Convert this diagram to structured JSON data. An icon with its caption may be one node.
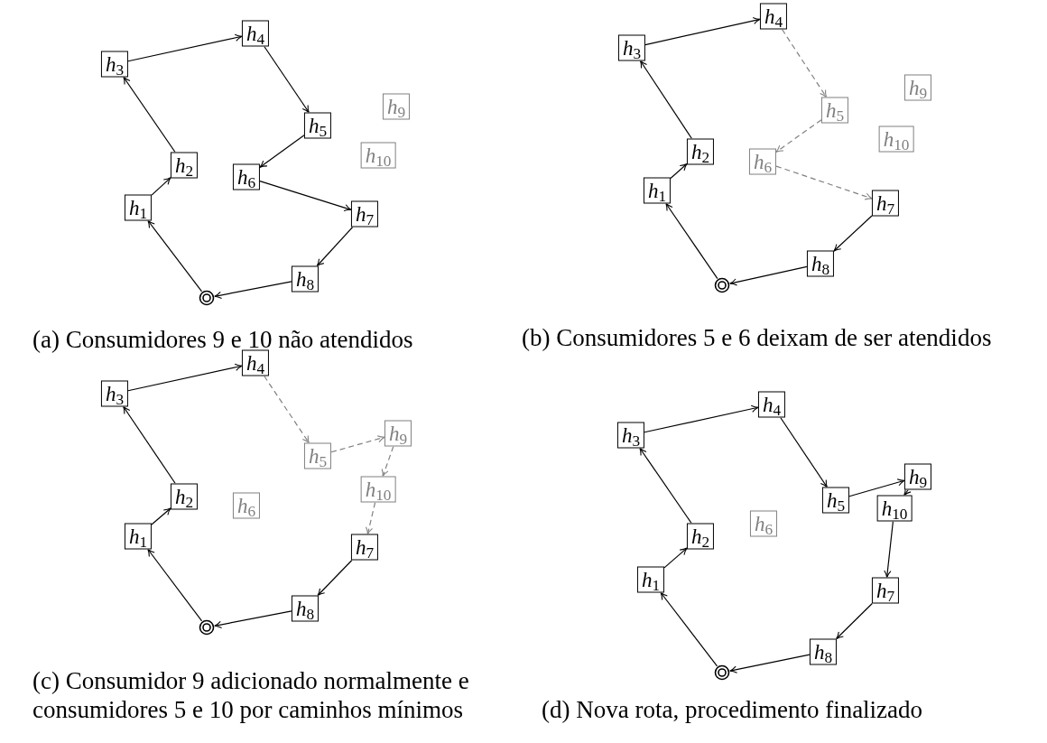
{
  "diagram": {
    "nodes": [
      {
        "text": [
          "*h*$_{1}$"
        ]
      },
      {
        "text": [
          "*h*$_{2}$"
        ]
      },
      {
        "text": [
          "*h*$_{3}$"
        ]
      },
      {
        "text": [
          "*h*$_{4}$"
        ]
      },
      {
        "text": [
          "*h*$_{5}$"
        ]
      },
      {
        "text": [
          "*h*$_{6}$"
        ]
      },
      {
        "text": [
          "*h*$_{7}$"
        ]
      },
      {
        "text": [
          "*h*$_{8}$"
        ]
      },
      {
        "text": [
          "*h*$_{9}$"
        ]
      },
      {
        "text": [
          "*h*$_{10}$"
        ]
      },
      {
        "text": [],
        "shape": "circle"
      },
      {
        "text": [
          "*h*$_{1}$"
        ]
      },
      {
        "text": [
          "*h*$_{2}$"
        ]
      },
      {
        "text": [
          "*h*$_{3}$"
        ]
      },
      {
        "text": [
          "*h*$_{4}$"
        ]
      },
      {
        "text": [
          "*h*$_{5}$"
        ]
      },
      {
        "text": [
          "*h*$_{6}$"
        ]
      },
      {
        "text": [
          "*h*$_{7}$"
        ]
      },
      {
        "text": [
          "*h*$_{8}$"
        ]
      },
      {
        "text": [
          "*h*$_{9}$"
        ]
      },
      {
        "text": [
          "*h*$_{10}$"
        ]
      },
      {
        "text": [],
        "shape": "circle"
      },
      {
        "text": [
          "*h*$_{1}$"
        ]
      },
      {
        "text": [
          "*h*$_{2}$"
        ]
      },
      {
        "text": [
          "*h*$_{3}$"
        ]
      },
      {
        "text": [
          "*h*$_{4}$"
        ]
      },
      {
        "text": [
          "*h*$_{5}$"
        ]
      },
      {
        "text": [
          "*h*$_{6}$"
        ]
      },
      {
        "text": [
          "*h*$_{7}$"
        ]
      },
      {
        "text": [
          "*h*$_{8}$"
        ]
      },
      {
        "text": [
          "*h*$_{9}$"
        ]
      },
      {
        "text": [
          "*h*$_{10}$"
        ]
      },
      {
        "text": [],
        "shape": "circle"
      },
      {
        "text": [
          "*h*$_{1}$"
        ]
      },
      {
        "text": [
          "*h*$_{2}$"
        ]
      },
      {
        "text": [
          "*h*$_{3}$"
        ]
      },
      {
        "text": [
          "*h*$_{4}$"
        ]
      },
      {
        "text": [
          "*h*$_{5}$"
        ]
      },
      {
        "text": [
          "*h*$_{6}$"
        ]
      },
      {
        "text": [
          "*h*$_{7}$"
        ]
      },
      {
        "text": [
          "*h*$_{8}$"
        ]
      },
      {
        "text": [
          "*h*$_{9}$"
        ]
      },
      {
        "text": [
          "*h*$_{10}$"
        ]
      },
      {
        "text": [],
        "shape": "circle"
      }
    ],
    "edges": [
      {
        "from": 10,
        "to": 0,
        "arrow": "to"
      },
      {
        "from": 0,
        "to": 1,
        "arrow": "to"
      },
      {
        "from": 1,
        "to": 2,
        "arrow": "to"
      },
      {
        "from": 2,
        "to": 3,
        "arrow": "to"
      },
      {
        "from": 3,
        "to": 4,
        "arrow": "to"
      },
      {
        "from": 4,
        "to": 5,
        "arrow": "to"
      },
      {
        "from": 5,
        "to": 6,
        "arrow": "to"
      },
      {
        "from": 6,
        "to": 7,
        "arrow": "to"
      },
      {
        "from": 7,
        "to": 10,
        "arrow": "to"
      },
      {
        "from": 21,
        "to": 11,
        "arrow": "to"
      },
      {
        "from": 11,
        "to": 12,
        "arrow": "to"
      },
      {
        "from": 12,
        "to": 13,
        "arrow": "to"
      },
      {
        "from": 13,
        "to": 14,
        "arrow": "to"
      },
      {
        "from": 14,
        "to": 15,
        "arrow": "to",
        "style": "dashed",
        "color": "#808080"
      },
      {
        "from": 15,
        "to": 16,
        "arrow": "to",
        "style": "dashed",
        "color": "#808080"
      },
      {
        "from": 16,
        "to": 17,
        "arrow": "to",
        "style": "dashed",
        "color": "#808080"
      },
      {
        "from": 17,
        "to": 18,
        "arrow": "to"
      },
      {
        "from": 18,
        "to": 21,
        "arrow": "to"
      },
      {
        "from": 32,
        "to": 22,
        "arrow": "to"
      },
      {
        "from": 22,
        "to": 23,
        "arrow": "to"
      },
      {
        "from": 23,
        "to": 24,
        "arrow": "to"
      },
      {
        "from": 24,
        "to": 25,
        "arrow": "to"
      },
      {
        "from": 25,
        "to": 26,
        "arrow": "to",
        "style": "dashed",
        "color": "#808080"
      },
      {
        "from": 26,
        "to": 30,
        "arrow": "to",
        "style": "dashed",
        "color": "#808080"
      },
      {
        "from": 30,
        "to": 31,
        "arrow": "to",
        "style": "dashed",
        "color": "#808080"
      },
      {
        "from": 31,
        "to": 28,
        "arrow": "to",
        "style": "dashed",
        "color": "#808080"
      },
      {
        "from": 28,
        "to": 29,
        "arrow": "to"
      },
      {
        "from": 29,
        "to": 32,
        "arrow": "to"
      },
      {
        "from": 43,
        "to": 33,
        "arrow": "to"
      },
      {
        "from": 33,
        "to": 34,
        "arrow": "to"
      },
      {
        "from": 34,
        "to": 35,
        "arrow": "to"
      },
      {
        "from": 35,
        "to": 36,
        "arrow": "to"
      },
      {
        "from": 36,
        "to": 37,
        "arrow": "to"
      },
      {
        "from": 37,
        "to": 41,
        "arrow": "to"
      },
      {
        "from": 41,
        "to": 42,
        "arrow": "to"
      },
      {
        "from": 42,
        "to": 39,
        "arrow": "to"
      },
      {
        "from": 39,
        "to": 40,
        "arrow": "to"
      },
      {
        "from": 40,
        "to": 43,
        "arrow": "to"
      }
    ],
    "labels": [
      "(a) Consumidores 9 e 10 não atendidos",
      "(b) Consumidores 5 e 6 deixam de ser atendidos",
      "(c) Consumidor 9 adicionado normalmente e consumidores 5 e 10 por caminhos mínimos",
      "(d) Nova rota, procedimento finalizado"
    ]
  }
}
